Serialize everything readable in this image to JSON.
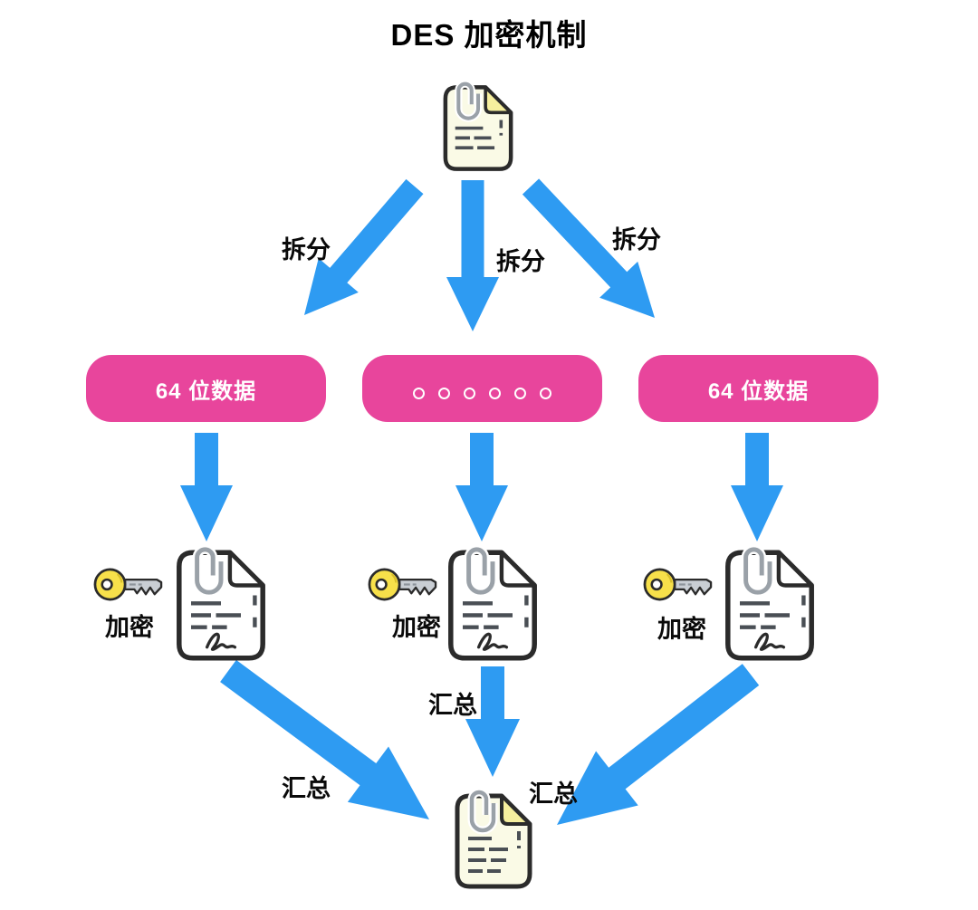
{
  "title": "DES 加密机制",
  "colors": {
    "arrow": "#2E9BF2",
    "block": "#E8459C",
    "key_yellow": "#F7E04A",
    "doc_cream": "#FAFAE6",
    "doc_fold": "#F6EF9E"
  },
  "source": {
    "icon": "document-with-paperclip-icon"
  },
  "split": {
    "left": "拆分",
    "middle": "拆分",
    "right": "拆分"
  },
  "blocks": {
    "left": "64 位数据",
    "middle_dots": 6,
    "right": "64 位数据"
  },
  "encrypt": {
    "left": "加密",
    "middle": "加密",
    "right": "加密"
  },
  "merge": {
    "left": "汇总",
    "middle": "汇总",
    "right": "汇总"
  },
  "result": {
    "icon": "document-with-paperclip-icon"
  }
}
